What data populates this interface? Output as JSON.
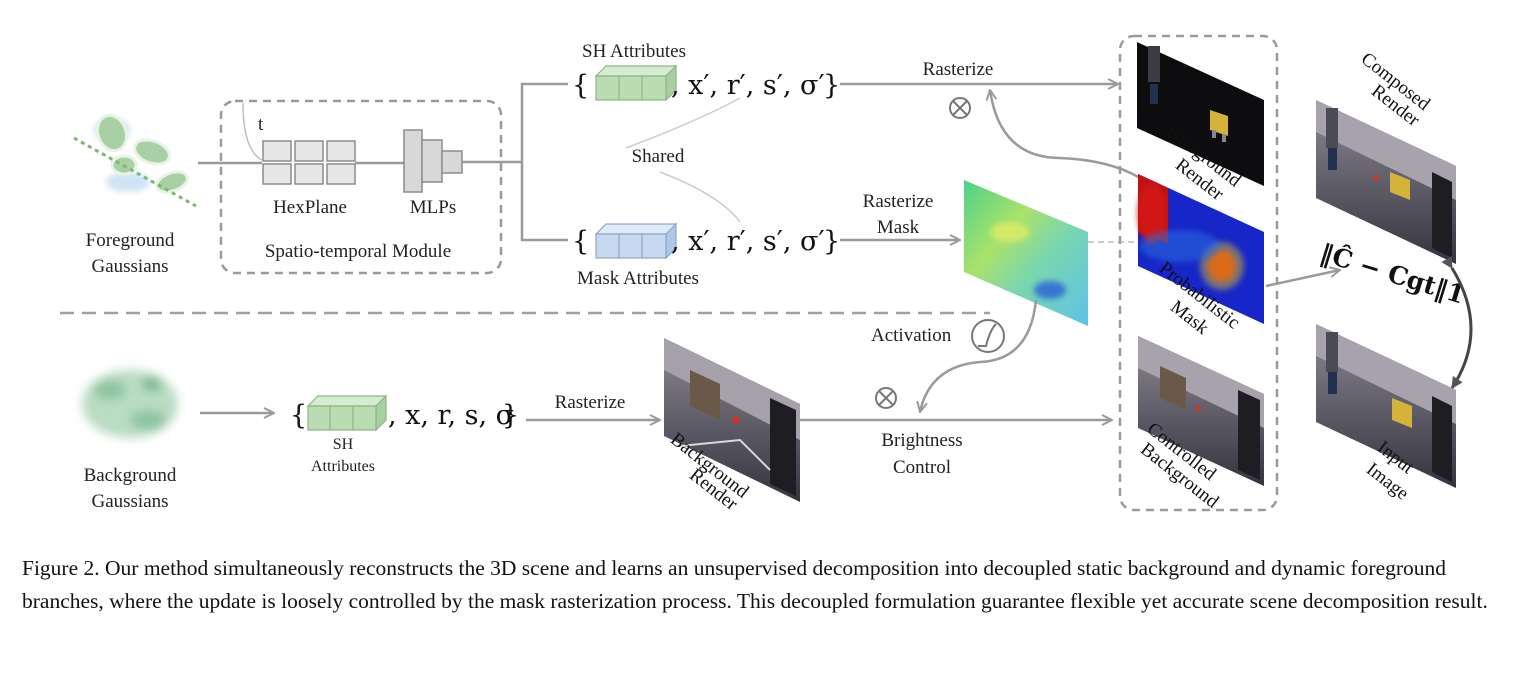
{
  "labels": {
    "foreground_gaussians": [
      "Foreground",
      "Gaussians"
    ],
    "background_gaussians": [
      "Background",
      "Gaussians"
    ],
    "t": "t",
    "hexplane": "HexPlane",
    "mlps": "MLPs",
    "spatio_temporal_module": "Spatio-temporal Module",
    "sh_attributes_top": "SH Attributes",
    "attrs_prime": ", x′, r′, s′, σ′",
    "shared": "Shared",
    "mask_attributes": "Mask Attributes",
    "attrs_bg": ", x, r, s, σ",
    "sh_attributes_bg": [
      "SH",
      "Attributes"
    ],
    "rasterize_top": "Rasterize",
    "rasterize_mask": [
      "Rasterize",
      "Mask"
    ],
    "rasterize_bg": "Rasterize",
    "activation": "Activation",
    "brightness_control": [
      "Brightness",
      "Control"
    ],
    "foreground_render": [
      "Foreground",
      "Render"
    ],
    "probabilistic_mask": [
      "Probabilistic",
      "Mask"
    ],
    "controlled_background": [
      "Controlled",
      "Background"
    ],
    "background_render": [
      "Background",
      "Render"
    ],
    "composed_render": [
      "Composed",
      "Render"
    ],
    "input_image": [
      "Input",
      "Image"
    ],
    "loss": "‖Ĉ − Cgt‖1",
    "brace_open": "{",
    "brace_close": "}"
  },
  "caption": "Figure 2. Our method simultaneously reconstructs the 3D scene and learns an unsupervised decomposition into decoupled static background and dynamic foreground branches, where the update is loosely controlled by the mask rasterization process. This decoupled formulation guarantee flexible yet accurate scene decomposition result.",
  "colors": {
    "sh_green": "#b9dcb2",
    "mask_blue": "#c7d9f2",
    "arrow_gray": "#9a9a9a",
    "dashed_gray": "#a0a0a0"
  },
  "icons": [
    "multiply-circle-icon",
    "activation-icon"
  ]
}
